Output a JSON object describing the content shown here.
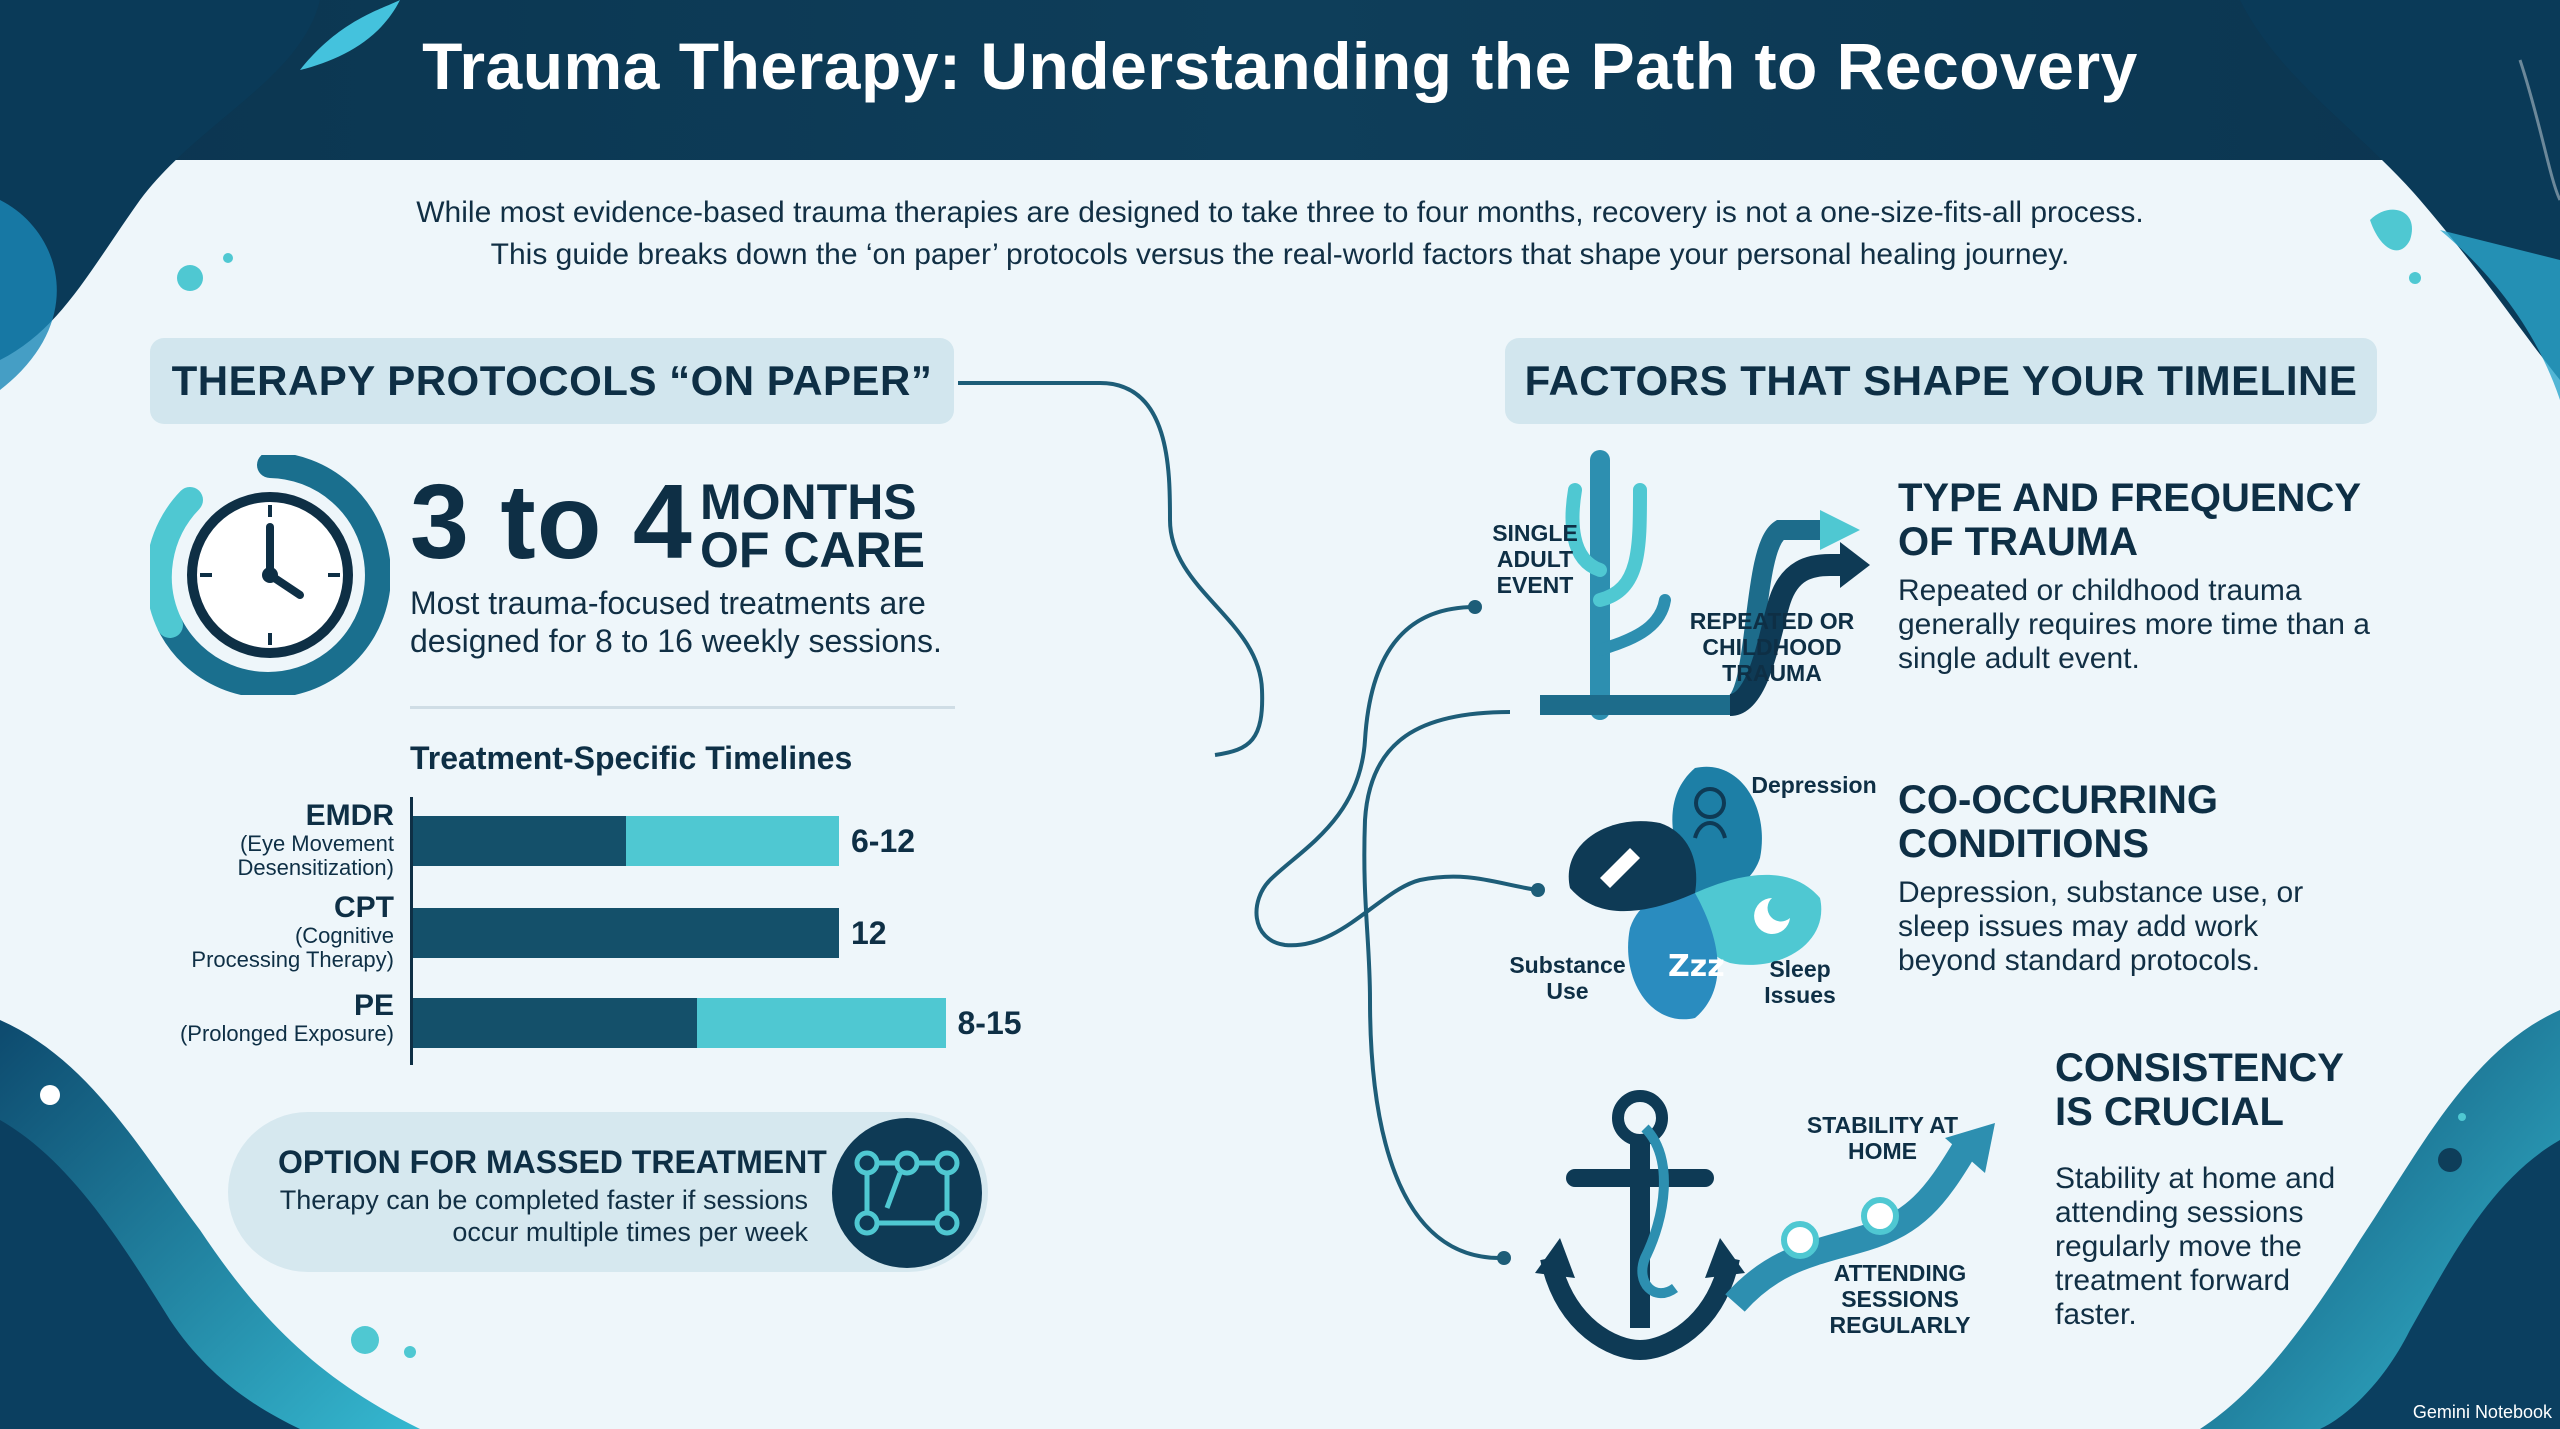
{
  "header": {
    "title": "Trauma Therapy: Understanding the Path to Recovery",
    "intro_line1": "While most evidence-based trauma therapies are designed to take three to four months, recovery is not a one-size-fits-all process.",
    "intro_line2": "This guide breaks down the ‘on paper’ protocols versus the real-world factors that shape your personal healing journey."
  },
  "left": {
    "section_title": "THERAPY PROTOCOLS “ON PAPER”",
    "big_number": "3 to 4",
    "months_line1": "MONTHS",
    "months_line2": "OF CARE",
    "sessions_text": "Most trauma-focused treatments are designed for 8 to 16 weekly sessions.",
    "timelines_title": "Treatment-Specific Timelines",
    "treatments": [
      {
        "name": "EMDR",
        "sub1": "(Eye Movement",
        "sub2": "Desensitization)",
        "value": "6-12",
        "min": 6,
        "max": 12
      },
      {
        "name": "CPT",
        "sub1": "(Cognitive",
        "sub2": "Processing Therapy)",
        "value": "12",
        "min": 12,
        "max": 12
      },
      {
        "name": "PE",
        "sub1": "(Prolonged Exposure)",
        "sub2": "",
        "value": "8-15",
        "min": 8,
        "max": 15
      }
    ],
    "massed_title": "OPTION FOR MASSED TREATMENT",
    "massed_text": "Therapy can be completed faster if sessions occur multiple times per week"
  },
  "right": {
    "section_title": "FACTORS THAT SHAPE YOUR TIMELINE",
    "factor1": {
      "title_line1": "TYPE AND FREQUENCY",
      "title_line2": "OF TRAUMA",
      "text": "Repeated or childhood trauma generally requires more time than a single adult event.",
      "label_single": "SINGLE ADULT EVENT",
      "label_repeated": "REPEATED OR CHILDHOOD TRAUMA"
    },
    "factor2": {
      "title_line1": "CO-OCCURRING",
      "title_line2": "CONDITIONS",
      "text": "Depression, substance use, or sleep issues may add work beyond standard protocols.",
      "label_depression": "Depression",
      "label_substance": "Substance Use",
      "label_sleep": "Sleep Issues"
    },
    "factor3": {
      "title_line1": "CONSISTENCY",
      "title_line2": "IS CRUCIAL",
      "text": "Stability at home and attending sessions regularly move the treatment forward faster.",
      "label_stability": "STABILITY AT HOME",
      "label_attending": "ATTENDING SESSIONS REGULARLY"
    }
  },
  "footer": {
    "credit": "Gemini Notebook"
  },
  "colors": {
    "navy": "#0e2f45",
    "teal": "#4fc8d2",
    "dark_bar": "#14506a",
    "header": "#0f3a55"
  }
}
